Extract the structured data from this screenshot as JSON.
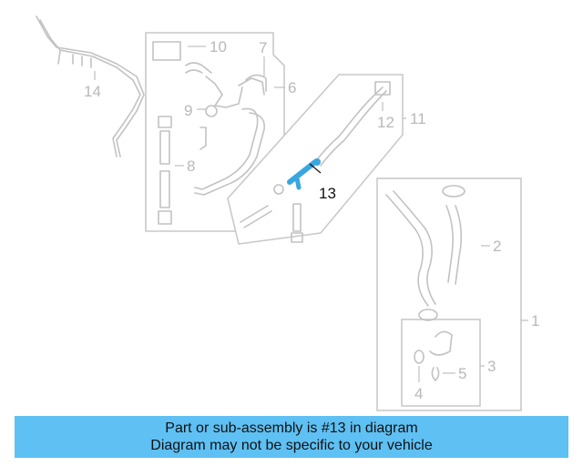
{
  "diagram": {
    "callouts": {
      "c1": "1",
      "c2": "2",
      "c3": "3",
      "c4": "4",
      "c5": "5",
      "c6": "6",
      "c7": "7",
      "c8": "8",
      "c9": "9",
      "c10": "10",
      "c11": "11",
      "c12": "12",
      "c13": "13",
      "c14": "14"
    },
    "highlight_part": "13",
    "highlight_color": "#3aa6e0",
    "line_color": "#c2c2c2"
  },
  "footer": {
    "line1": "Part or sub-assembly is #13 in diagram",
    "line2": "Diagram may not be specific to your vehicle",
    "background": "#5ec0f3"
  }
}
